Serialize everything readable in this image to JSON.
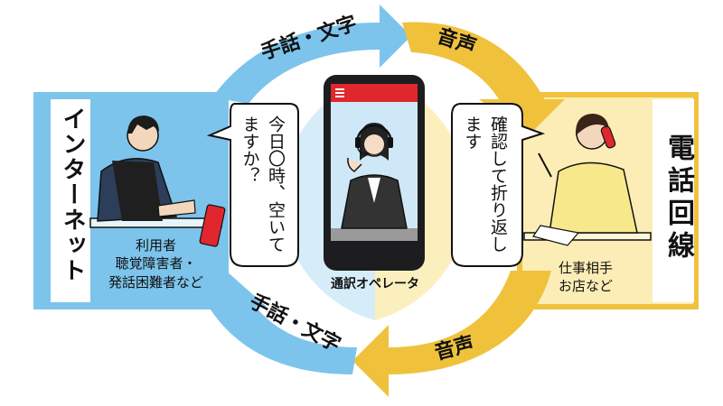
{
  "left_panel": {
    "title": "インターネット",
    "person_role": "利用者",
    "person_desc_1": "聴覚障害者・",
    "person_desc_2": "発話困難者など"
  },
  "right_panel": {
    "title": "電話回線",
    "person_desc_1": "仕事相手",
    "person_desc_2": "お店など"
  },
  "center": {
    "caption": "通訳オペレータ"
  },
  "bubbles": {
    "left": "今日〇時、空いてますか？",
    "right": "確認して折り返します"
  },
  "arrows": {
    "top_left": "手話・文字",
    "top_right": "音声",
    "bottom_right": "音声",
    "bottom_left": "手話・文字"
  },
  "colors": {
    "blue": "#7cc4ec",
    "light_blue": "#cfe8f7",
    "yellow": "#f0c23c",
    "light_yellow": "#fbedb5",
    "phone_red": "#e0272e"
  }
}
